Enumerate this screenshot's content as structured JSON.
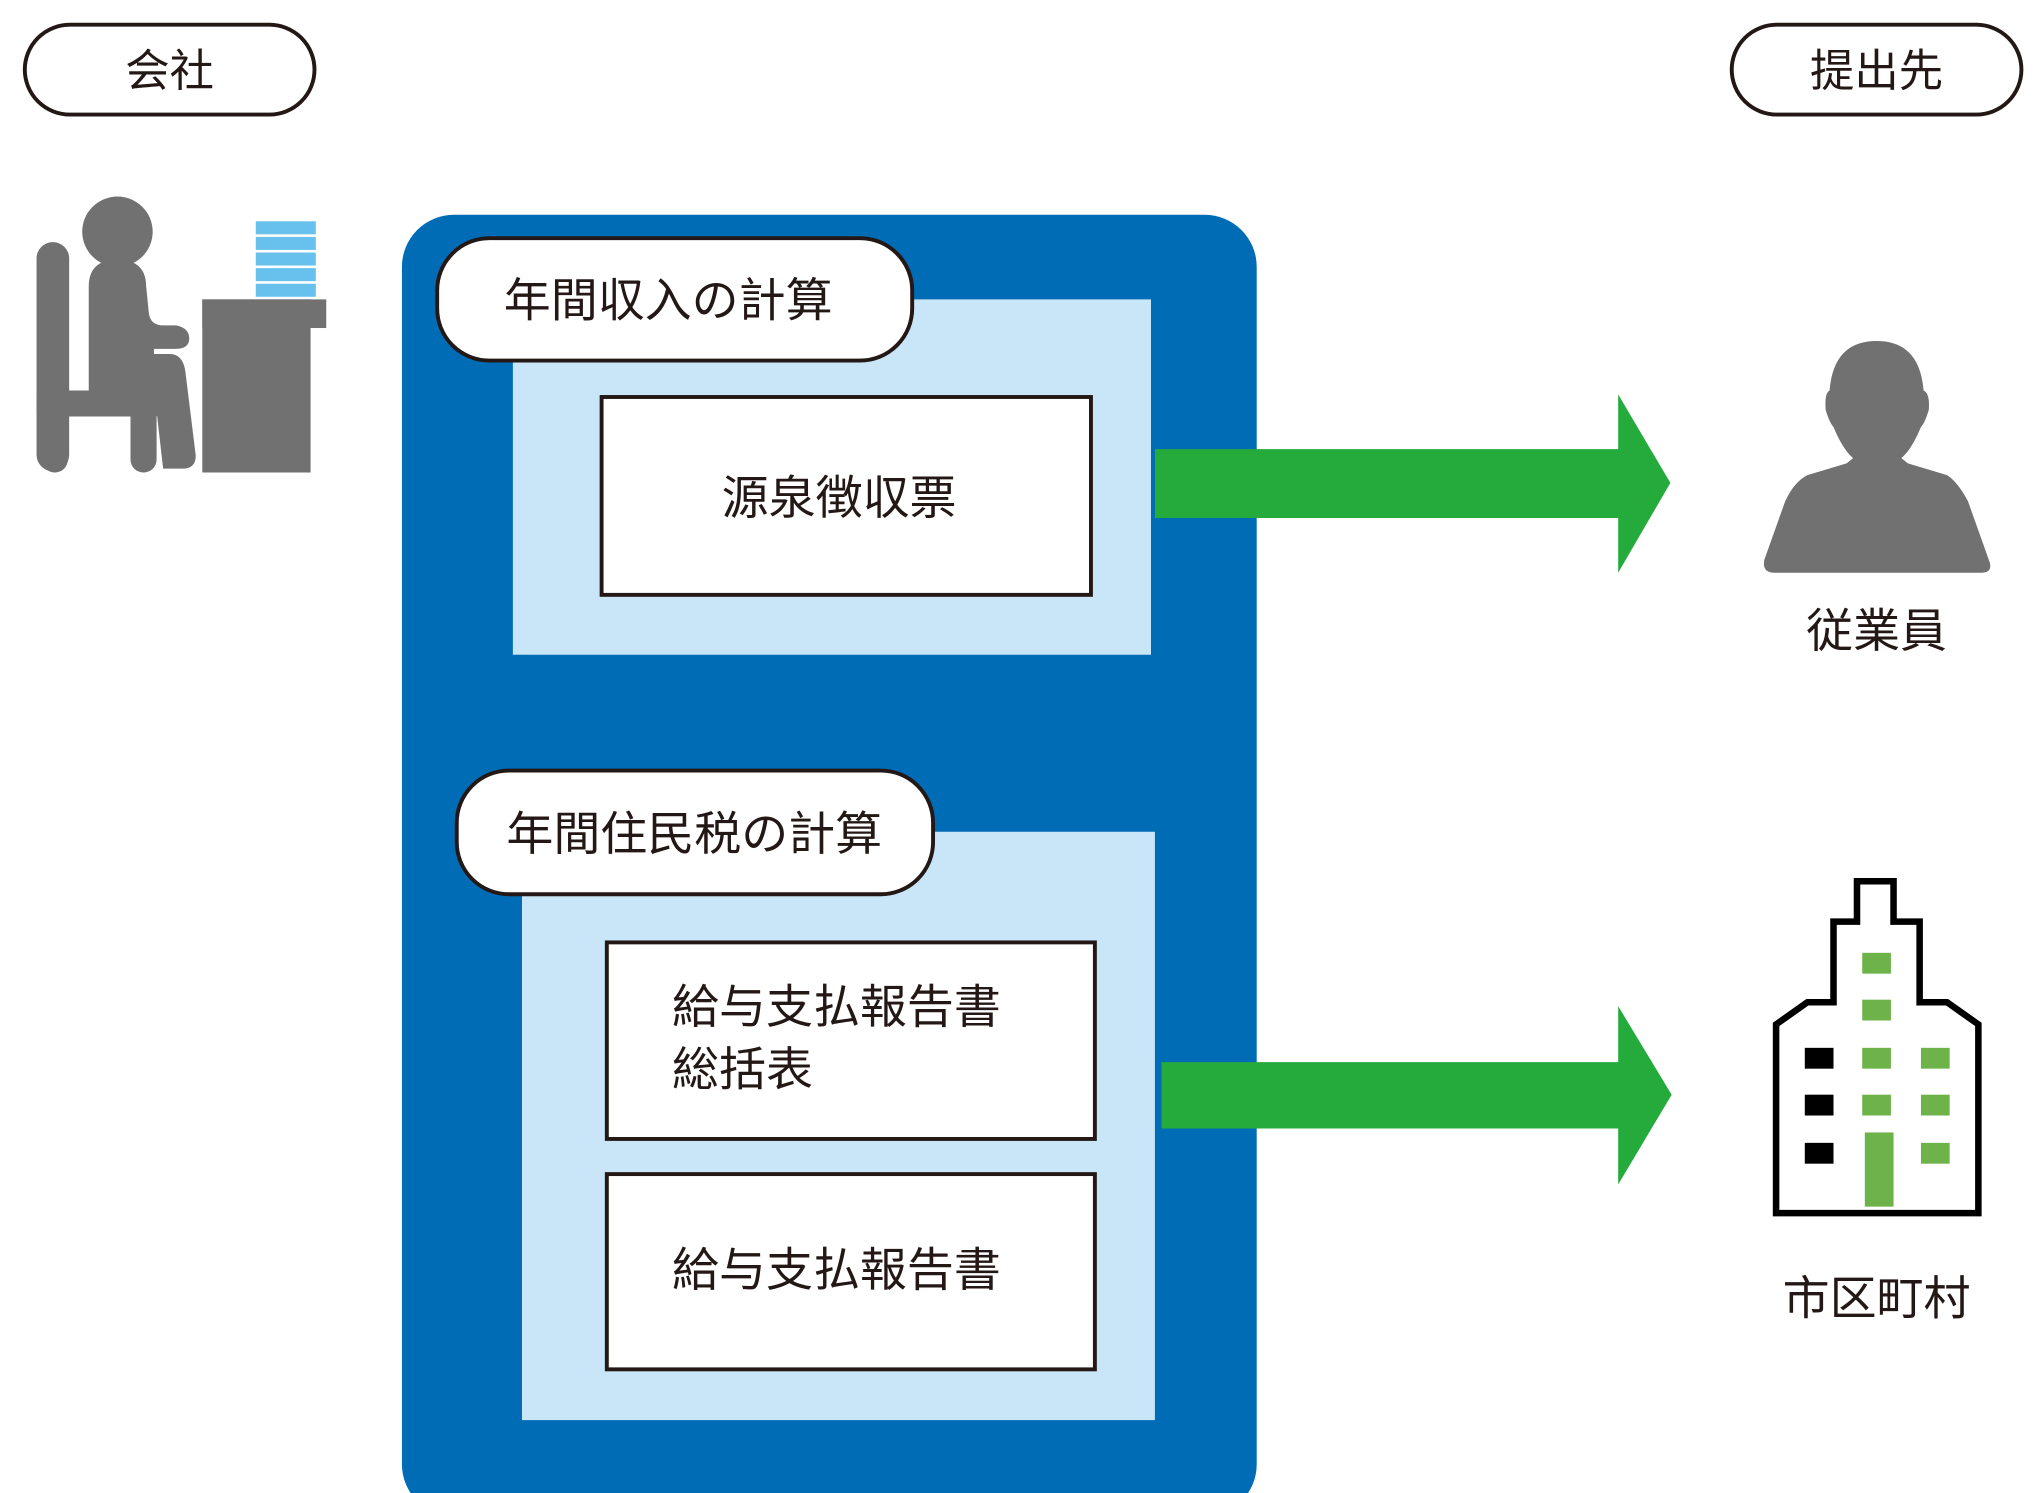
{
  "colors": {
    "blue": "#006CB5",
    "light_blue": "#C8E6F8",
    "green": "#25AB3B",
    "icon_gray": "#727171",
    "building_green": "#6DB34A",
    "stack_blue": "#67C1EC",
    "text": "#231815"
  },
  "header": {
    "left_label": "会社",
    "right_label": "提出先"
  },
  "company": {
    "icon": "office-worker-at-desk-icon"
  },
  "process": {
    "sections": [
      {
        "title": "年間収入の計算",
        "documents": [
          {
            "lines": [
              "源泉徴収票"
            ]
          }
        ],
        "destination": {
          "label": "従業員",
          "icon": "person-icon"
        }
      },
      {
        "title": "年間住民税の計算",
        "documents": [
          {
            "lines": [
              "給与支払報告書",
              "総括表"
            ]
          },
          {
            "lines": [
              "給与支払報告書"
            ]
          }
        ],
        "destination": {
          "label": "市区町村",
          "icon": "building-icon"
        }
      }
    ]
  }
}
